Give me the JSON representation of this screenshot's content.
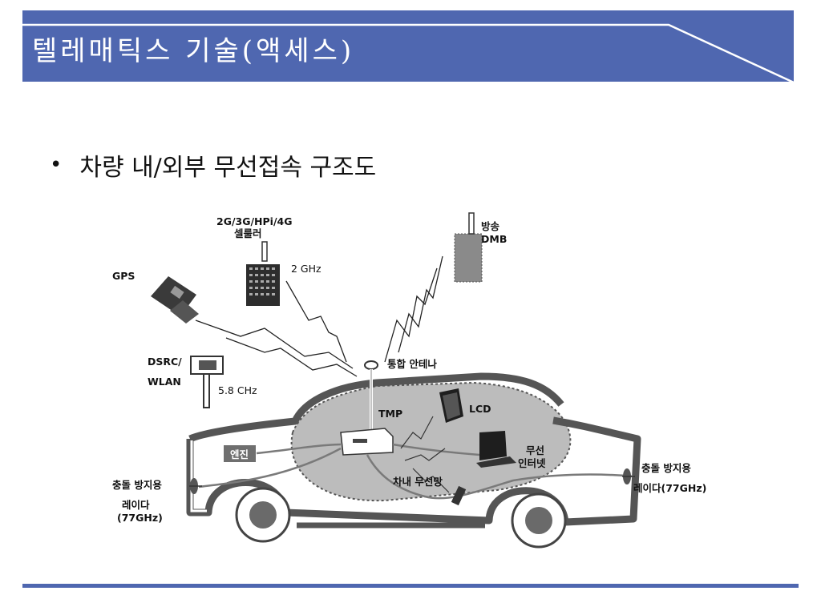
{
  "slide": {
    "title": "텔레매틱스 기술(액세스)",
    "bullet": "차량 내/외부 무선접속 구조도"
  },
  "diagram": {
    "cellular_line1": "2G/3G/HPi/4G",
    "cellular_line2": "셀룰러",
    "freq_2ghz": "2 GHz",
    "gps": "GPS",
    "broadcast_line1": "방송",
    "broadcast_line2": "DMB",
    "dsrc_line1": "DSRC/",
    "dsrc_line2": "WLAN",
    "freq_58ghz": "5.8 CHz",
    "antenna": "통합 안테나",
    "tmp": "TMP",
    "lcd": "LCD",
    "engine": "엔진",
    "wireless_line1": "무선",
    "wireless_line2": "인터넷",
    "in_car_network": "차내 무선망",
    "radar_left_line1": "충돌 방지용",
    "radar_left_line2": "레이다",
    "radar_left_line3": "(77GHz)",
    "radar_right_line1": "충돌 방지용",
    "radar_right_line2": "레이다(77GHz)"
  },
  "colors": {
    "accent": "#4f67b0",
    "diagram_fill": "#bcbcbc"
  }
}
